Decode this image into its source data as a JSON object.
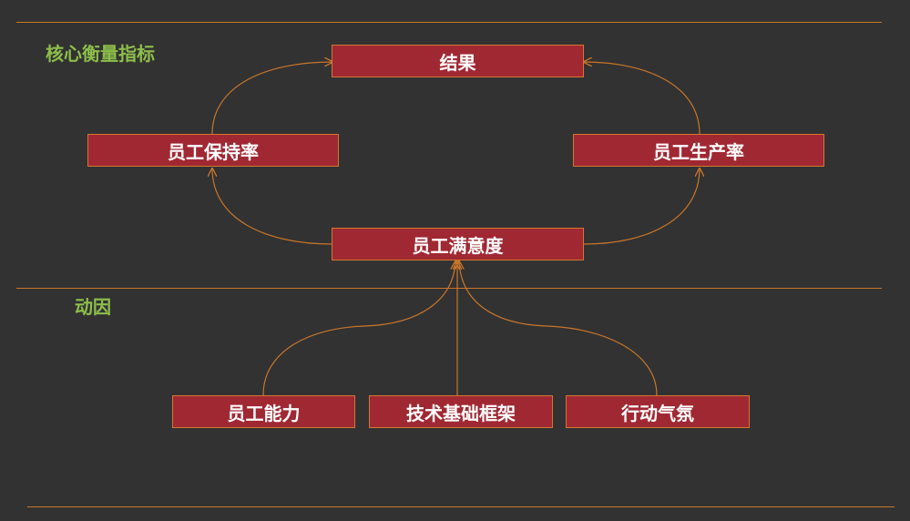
{
  "colors": {
    "background": "#323232",
    "line": "#c9762a",
    "node_fill": "#a02833",
    "node_border": "#d4772f",
    "label": "#8dbf4a",
    "node_text": "#ffffff"
  },
  "sections": {
    "metrics_label": "核心衡量指标",
    "drivers_label": "动因"
  },
  "nodes": {
    "result": "结果",
    "retention": "员工保持率",
    "productivity": "员工生产率",
    "satisfaction": "员工满意度",
    "capability": "员工能力",
    "infrastructure": "技术基础框架",
    "climate": "行动气氛"
  }
}
